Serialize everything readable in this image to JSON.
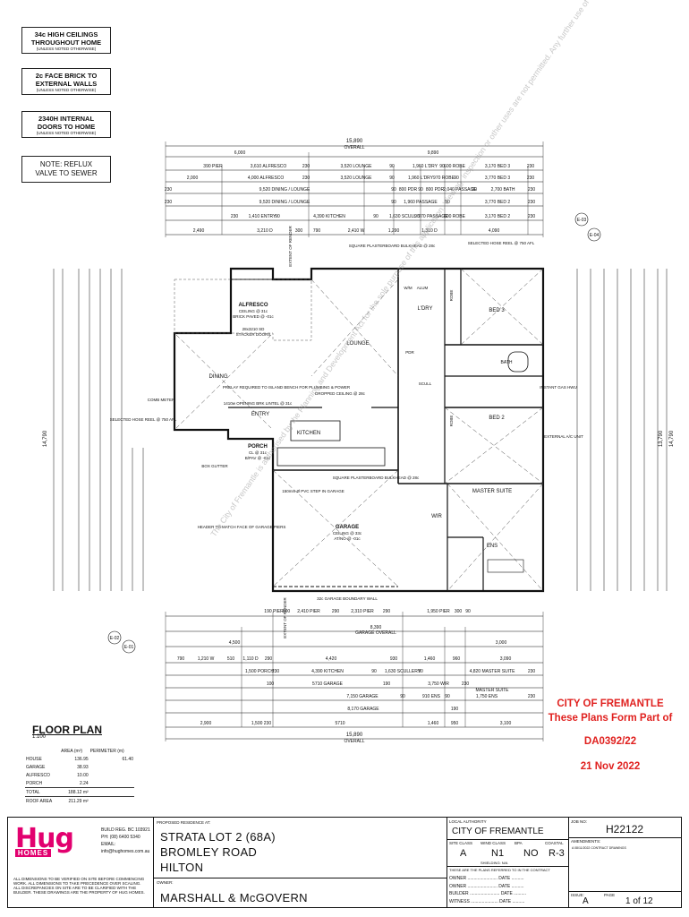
{
  "notes": [
    {
      "line1": "34c HIGH CEILINGS",
      "line2": "THROUGHOUT HOME",
      "sub": "(UNLESS NOTED OTHERWISE)"
    },
    {
      "line1": "2c FACE BRICK TO",
      "line2": "EXTERNAL WALLS",
      "sub": "(UNLESS NOTED OTHERWISE)"
    },
    {
      "line1": "2340H INTERNAL",
      "line2": "DOORS TO HOME",
      "sub": "(UNLESS NOTED OTHERWISE)"
    }
  ],
  "reflux_note": {
    "line1": "NOTE: REFLUX",
    "line2": "VALVE TO SEWER"
  },
  "dims": {
    "overall_top": "15,890",
    "overall_label": "OVERALL",
    "d6000": "6,000",
    "d9890": "9,890",
    "row1": [
      "390 PIER",
      "3,610 ALFRESCO",
      "230",
      "3,520 LOUNGE",
      "90",
      "1,960 L'DRY",
      "90",
      "600 ROBE",
      "3,170 BED 3",
      "230"
    ],
    "row2": [
      "2,000",
      "4,000 ALFRESCO",
      "230",
      "3,520 LOUNGE",
      "90",
      "1,960 L'DRY",
      "970 ROBE",
      "90",
      "3,770 BED 3",
      "230"
    ],
    "row3": [
      "230",
      "9,520 DINING / LOUNGE",
      "90",
      "800 PDR",
      "90",
      "800 PDR",
      "2,040 PASSAGE",
      "90",
      "2,700 BATH",
      "230"
    ],
    "row4": [
      "230",
      "9,520 DINING / LOUNGE",
      "90",
      "1,960 PASSAGE",
      "90",
      "3,770 BED 2",
      "230"
    ],
    "row5": [
      "230",
      "1,410 ENTRY",
      "90",
      "4,390 KITCHEN",
      "90",
      "1,630 SCULL",
      "90",
      "970 PASSAGE",
      "600 ROBE",
      "3,170 BED 2",
      "230"
    ],
    "row6": [
      "2,490",
      "3,210 D",
      "300",
      "790",
      "2,410 W",
      "1,290",
      "1,310 D",
      "4,090"
    ],
    "bottom_overall": "15,890",
    "bottom_overall_label": "OVERALL",
    "garage_overall": "8,390",
    "garage_overall_label": "GARAGE OVERALL",
    "b_row1": [
      "190 PIER",
      "600",
      "2,410 PIER",
      "290",
      "2,310 PIER",
      "290",
      "1,950 PIER",
      "300",
      "90"
    ],
    "b_row2": [
      "4,500",
      "3,000"
    ],
    "b_row3": [
      "790",
      "1,210 W",
      "510",
      "1,110 D",
      "290",
      "4,420",
      "930",
      "1,460",
      "960",
      "3,090"
    ],
    "b_row4": [
      "1,500 PORCH",
      "230",
      "4,390 KITCHEN",
      "90",
      "1,630 SCULLERY",
      "90",
      "4,820 MASTER SUITE",
      "230"
    ],
    "b_row5": [
      "100",
      "5710 GARAGE",
      "190",
      "3,750 WIR",
      "230",
      "MASTER SUITE"
    ],
    "b_row6": [
      "7,150 GARAGE",
      "90",
      "910 ENS",
      "90",
      "1,750 ENS",
      "230"
    ],
    "b_row7": [
      "8,170 GARAGE",
      "190"
    ],
    "b_row8": [
      "2,900",
      "1,500 230",
      "5710",
      "1,460",
      "950",
      "3,100"
    ],
    "left_total": "14,790",
    "right_total": "14,790",
    "right_total2": "13,790"
  },
  "rooms": {
    "alfresco": "ALFRESCO",
    "alfresco_sub1": "CEILING @ 31c",
    "alfresco_sub2": "BRICK PAVED @ -01c",
    "stacker": "28x3210 SD",
    "stacker2": "STACKER DOORS",
    "lounge": "LOUNGE",
    "dining": "DINING",
    "entry": "ENTRY",
    "porch": "PORCH",
    "porch_sub": "CL @ 31c",
    "porch_sub2": "B/PAV @ -01c",
    "kitchen": "KITCHEN",
    "garage": "GARAGE",
    "garage_sub1": "CEILING @ 33c",
    "garage_sub2": "AT/NO @ -01c",
    "ldry": "L'DRY",
    "wm": "W/M",
    "alum": "ALUM",
    "pdr": "PDR",
    "scull": "SCULL",
    "bed3": "BED 3",
    "bed2": "BED 2",
    "bath": "BATH",
    "master": "MASTER SUITE",
    "wir": "WIR",
    "ens": "ENS",
    "robe": "ROBE",
    "prelay": "PRELAY REQUIRED TO ISLAND BENCH FOR PLUMBING & POWER",
    "dropped": "DROPPED CEILING @ 28c",
    "square": "SQUARE PLASTERBOARD BULKHEAD @ 28c",
    "square2": "SQUARE PLASTERBOARD BULKHEAD @ 28c",
    "box_gutter": "BOX GUTTER",
    "hose_left": "SELECTED HOSE REEL @ 750 AFL",
    "hose_right": "SELECTED HOSE REEL @ 750 AFL",
    "comb": "COMB METER",
    "instant": "INSTANT GAS HWU",
    "aircon": "EXTERNAL A/C UNIT",
    "boundary": "32c GARAGE BOUNDARY WALL",
    "extent_render_top": "EXTENT OF RENDER",
    "extent_render_bottom": "EXTENT OF RENDER",
    "opening": "1410w OPENING BRK LINTEL @ 31c",
    "wm_spec": "150mm Ø PVC STEP IN GARAGE",
    "header_note": "HEADER TO MATCH FACE OF GARAGE PIERS",
    "watermark": "The City of Fremantle is authorised by the Planning and Development Act for the sole purpose of this application. Viewing, inspection or other uses are not permitted. Any further use of this information may be a breach of copyright law."
  },
  "markers": [
    "E-03",
    "E-04",
    "E-02",
    "E-01"
  ],
  "stamp": {
    "line1": "CITY OF FREMANTLE",
    "line2": "These Plans Form Part of",
    "da": "DA0392/22",
    "date": "21 Nov 2022"
  },
  "floor_plan": {
    "title": "FLOOR PLAN",
    "scale": "1:100"
  },
  "areas": {
    "headers": [
      "AREA (m²)",
      "PERIMETER (m)"
    ],
    "rows": [
      {
        "name": "HOUSE",
        "area": "136.95",
        "perim": "61.40"
      },
      {
        "name": "GARAGE",
        "area": "38.93",
        "perim": ""
      },
      {
        "name": "ALFRESCO",
        "area": "10.00",
        "perim": ""
      },
      {
        "name": "PORCH",
        "area": "2.24",
        "perim": ""
      }
    ],
    "total": {
      "name": "TOTAL",
      "area": "188.12 m²"
    },
    "roof": {
      "name": "ROOF AREA",
      "area": "211.29 m²"
    }
  },
  "title_block": {
    "logo_text": "Hug",
    "logo_sub": "HOMES",
    "build_reg": "BUILD REG.  BC 103921",
    "ph": "PH: (08) 6400 5340",
    "email_label": "EMAIL:",
    "email": "info@hughomes.com.au",
    "legal": "ALL DIMENSIONS TO BE VERIFIED ON SITE BEFORE COMMENCING WORK. ALL DIMENSIONS TO TAKE PRECEDENCE OVER SCALING. ALL DISCREPANCIES ON SITE ARE TO BE CLARIFIED WITH THE BUILDER. THESE DRAWINGS ARE THE PROPERTY OF HUG HOMES.",
    "proposed_label": "PROPOSED RESIDENCE AT:",
    "address1": "STRATA LOT 2 (68A)",
    "address2": "BROMLEY ROAD",
    "address3": "HILTON",
    "owner_label": "OWNER:",
    "owner": "MARSHALL & McGOVERN",
    "local_auth_label": "LOCAL AUTHORITY",
    "local_auth": "CITY OF FREMANTLE",
    "site_class_label": "SITE CLASS",
    "site_class": "A",
    "wind_label": "WIND CLASS",
    "wind": "N1",
    "wind_sub": "SHIELDING: N/A",
    "bpa_label": "BPA",
    "bpa": "NO",
    "coastal_label": "COASTAL",
    "coastal": "R-3",
    "agreed": "THESE ARE THE PLANS REFERRED TO IN THE CONTRACT",
    "sign_rows": [
      "OWNER",
      "OWNER",
      "BUILDER",
      "WITNESS"
    ],
    "date_label": "DATE",
    "job_label": "JOB NO:",
    "job": "H22122",
    "amend_label": "AMENDMENTS:",
    "amend_entry": "A  08/11/2022  CONTRACT DRAWINGS",
    "issue_label": "ISSUE:",
    "issue": "A",
    "page_label": "PAGE",
    "page": "1 of 12"
  }
}
